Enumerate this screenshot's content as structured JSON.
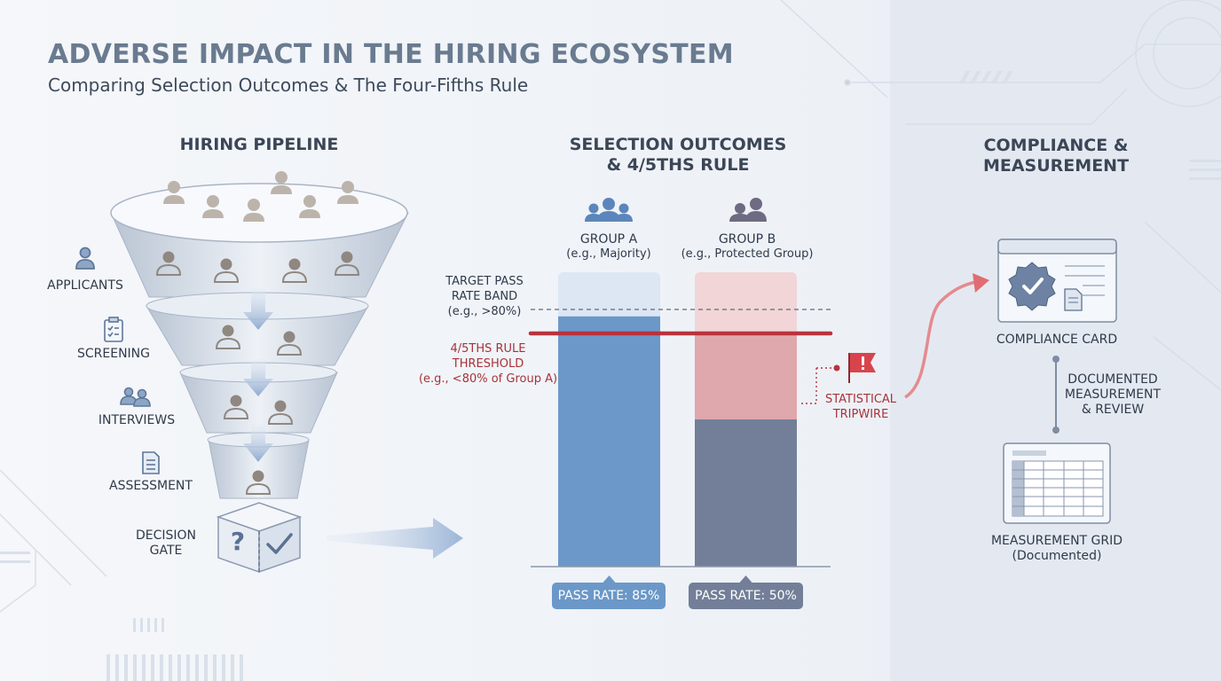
{
  "header": {
    "title": "ADVERSE IMPACT IN THE HIRING ECOSYSTEM",
    "subtitle": "Comparing Selection Outcomes & The Four-Fifths Rule"
  },
  "pipeline": {
    "heading": "HIRING PIPELINE",
    "stages": [
      {
        "label": "APPLICANTS",
        "icon": "person-icon"
      },
      {
        "label": "SCREENING",
        "icon": "clipboard-icon"
      },
      {
        "label": "INTERVIEWS",
        "icon": "people-icon"
      },
      {
        "label": "ASSESSMENT",
        "icon": "document-icon"
      }
    ],
    "gate_line1": "DECISION",
    "gate_line2": "GATE",
    "gate_question": "?"
  },
  "outcomes": {
    "heading_line1": "SELECTION OUTCOMES",
    "heading_line2": "& 4/5THS RULE",
    "group_a": {
      "name": "GROUP A",
      "desc": "(e.g., Majority)",
      "pass_label": "PASS RATE: 85%"
    },
    "group_b": {
      "name": "GROUP B",
      "desc": "(e.g., Protected Group)",
      "pass_label": "PASS RATE: 50%"
    },
    "target_band": {
      "line1": "TARGET PASS",
      "line2": "RATE BAND",
      "line3": "(e.g., >80%)"
    },
    "threshold": {
      "line1": "4/5THS RULE",
      "line2": "THRESHOLD",
      "line3": "(e.g., <80% of Group A)"
    },
    "tripwire": {
      "line1": "STATISTICAL",
      "line2": "TRIPWIRE"
    }
  },
  "chart_data": {
    "type": "bar",
    "categories": [
      "GROUP A",
      "GROUP B"
    ],
    "values": [
      85,
      50
    ],
    "ylim": [
      0,
      100
    ],
    "colors": [
      "#6b98c8",
      "#737f98"
    ]
  },
  "compliance": {
    "heading_line1": "COMPLIANCE &",
    "heading_line2": "MEASUREMENT",
    "card_label": "COMPLIANCE CARD",
    "link_line1": "DOCUMENTED",
    "link_line2": "MEASUREMENT",
    "link_line3": "& REVIEW",
    "grid_label": "MEASUREMENT GRID",
    "grid_note": "(Documented)"
  },
  "colors": {
    "accent_red": "#b8333c",
    "group_a_blue": "#6b98c8",
    "group_b_slate": "#737f98",
    "title_gray": "#6a7b90"
  }
}
